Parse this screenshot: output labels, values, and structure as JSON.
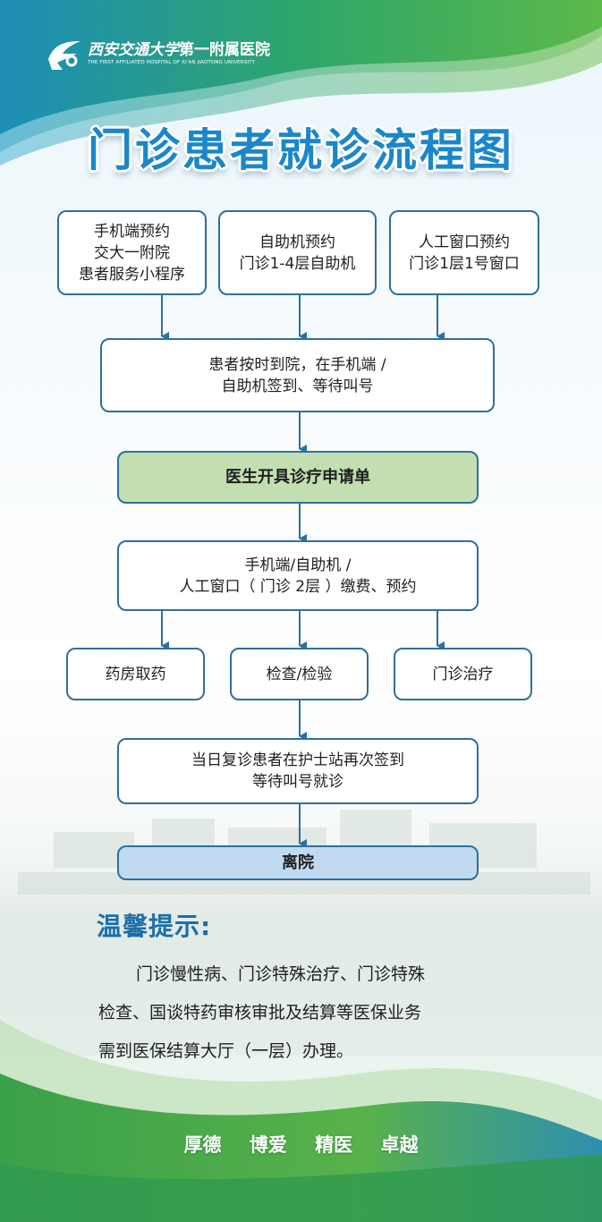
{
  "colors": {
    "title": "#1b87c9",
    "border": "#2d6fa0",
    "green_box": "#c3dfb2",
    "blue_box": "#c2daef",
    "wave_green": "#46a649",
    "wave_blue": "#1f8fb8"
  },
  "header": {
    "logo_script": "西安交通大学",
    "logo_name": "第一附属医院",
    "logo_en": "THE FIRST AFFILIATED HOSPITAL OF XI'AN JIAOTONG UNIVERSITY"
  },
  "title": "门诊患者就诊流程图",
  "flow": {
    "booking": [
      {
        "lines": [
          "手机端预约",
          "交大一附院",
          "患者服务小程序"
        ]
      },
      {
        "lines": [
          "自助机预约",
          "门诊1-4层自助机"
        ]
      },
      {
        "lines": [
          "人工窗口预约",
          "门诊1层1号窗口"
        ]
      }
    ],
    "checkin": {
      "lines": [
        "患者按时到院，在手机端 /",
        "自助机签到、等待叫号"
      ]
    },
    "doctor": "医生开具诊疗申请单",
    "payment": {
      "lines": [
        "手机端/自助机 /",
        "人工窗口（ 门诊 2层 ）缴费、预约"
      ]
    },
    "services": [
      "药房取药",
      "检查/检验",
      "门诊治疗"
    ],
    "revisit": {
      "lines": [
        "当日复诊患者在护士站再次签到",
        "等待叫号就诊"
      ]
    },
    "leave": "离院"
  },
  "tips": {
    "title": "温馨提示:",
    "lines": [
      "门诊慢性病、门诊特殊治疗、门诊特殊",
      "检查、国谈特药审核审批及结算等医保业务",
      "需到医保结算大厅（一层）办理。"
    ]
  },
  "slogan": [
    "厚德",
    "博爱",
    "精医",
    "卓越"
  ]
}
